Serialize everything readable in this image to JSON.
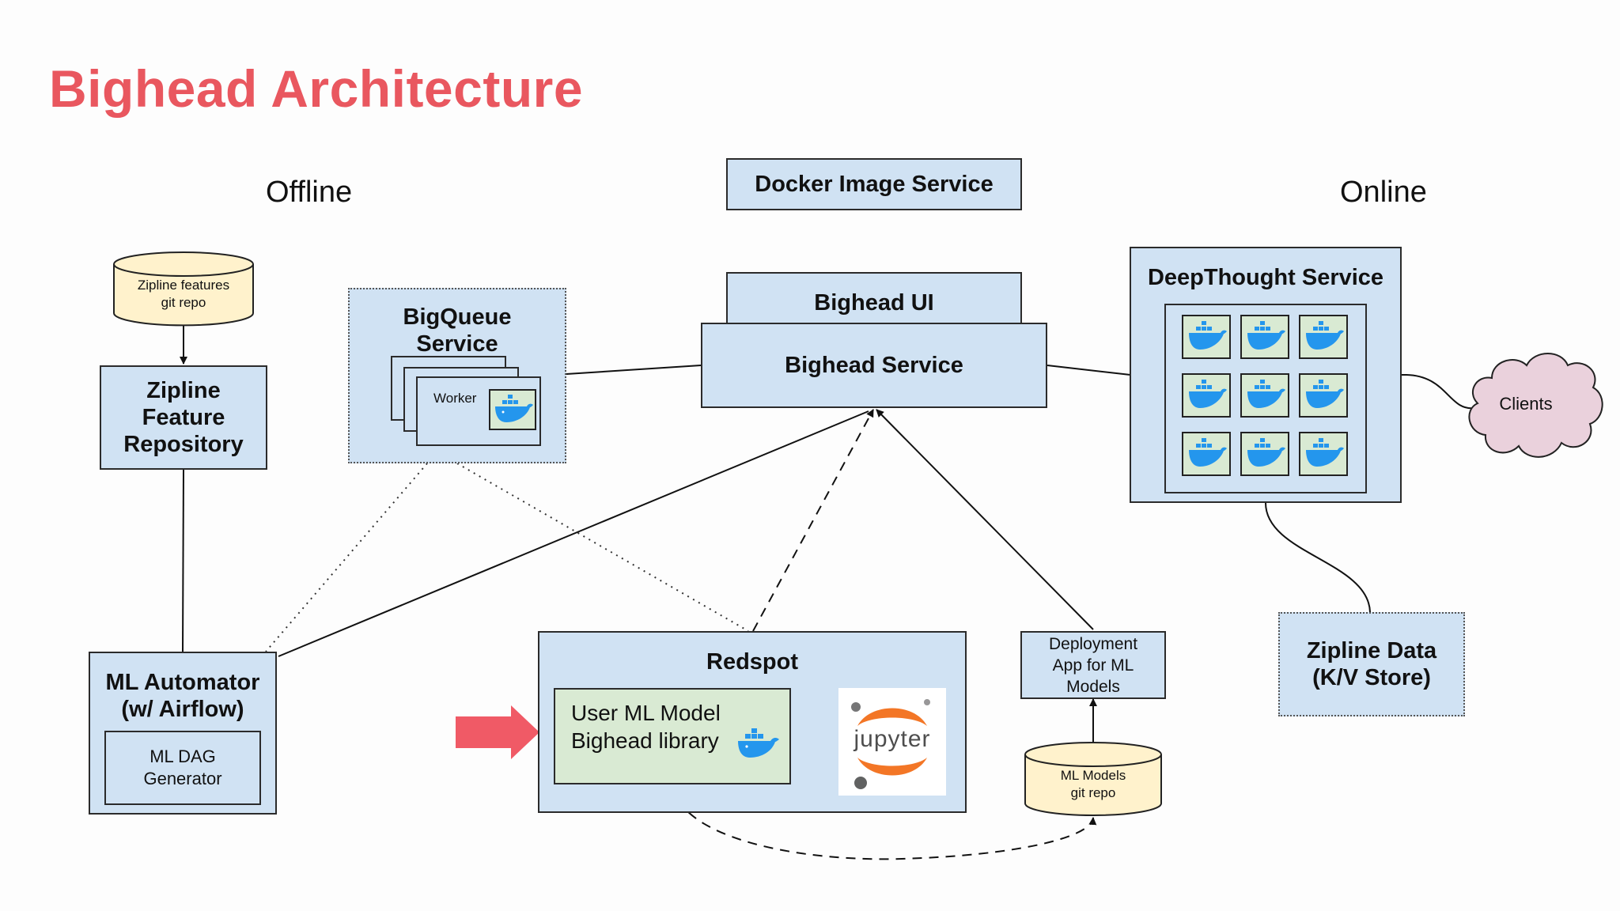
{
  "title": "Bighead Architecture",
  "sections": {
    "offline": "Offline",
    "online": "Online"
  },
  "nodes": {
    "docker_image_service": "Docker Image Service",
    "bighead_ui": "Bighead UI",
    "bighead_service": "Bighead Service",
    "deepthought_service": "DeepThought Service",
    "clients": "Clients",
    "zipline_data": "Zipline Data\n(K/V Store)",
    "zipline_features_repo": "Zipline features\ngit repo",
    "zipline_feature_repository": "Zipline\nFeature\nRepository",
    "bigqueue_service": "BigQueue\nService",
    "worker": "Worker",
    "ml_automator": "ML Automator\n(w/ Airflow)",
    "ml_dag_generator": "ML DAG\nGenerator",
    "redspot": "Redspot",
    "user_ml_model": "User ML Model\nBighead library",
    "jupyter": "jupyter",
    "deployment_app": "Deployment\nApp for ML\nModels",
    "ml_models_repo": "ML Models\ngit repo"
  },
  "colors": {
    "title": "#e9575f",
    "box_fill": "#d0e2f3",
    "inner_green": "#d9ead3",
    "cylinder_fill": "#fff2cc",
    "cloud_fill": "#ead1dc",
    "arrow_highlight": "#f05a66",
    "docker_blue": "#2496ed",
    "jupyter_orange": "#f37626"
  },
  "icons": {
    "container": "docker-whale-icon",
    "notebook": "jupyter-logo-icon"
  }
}
